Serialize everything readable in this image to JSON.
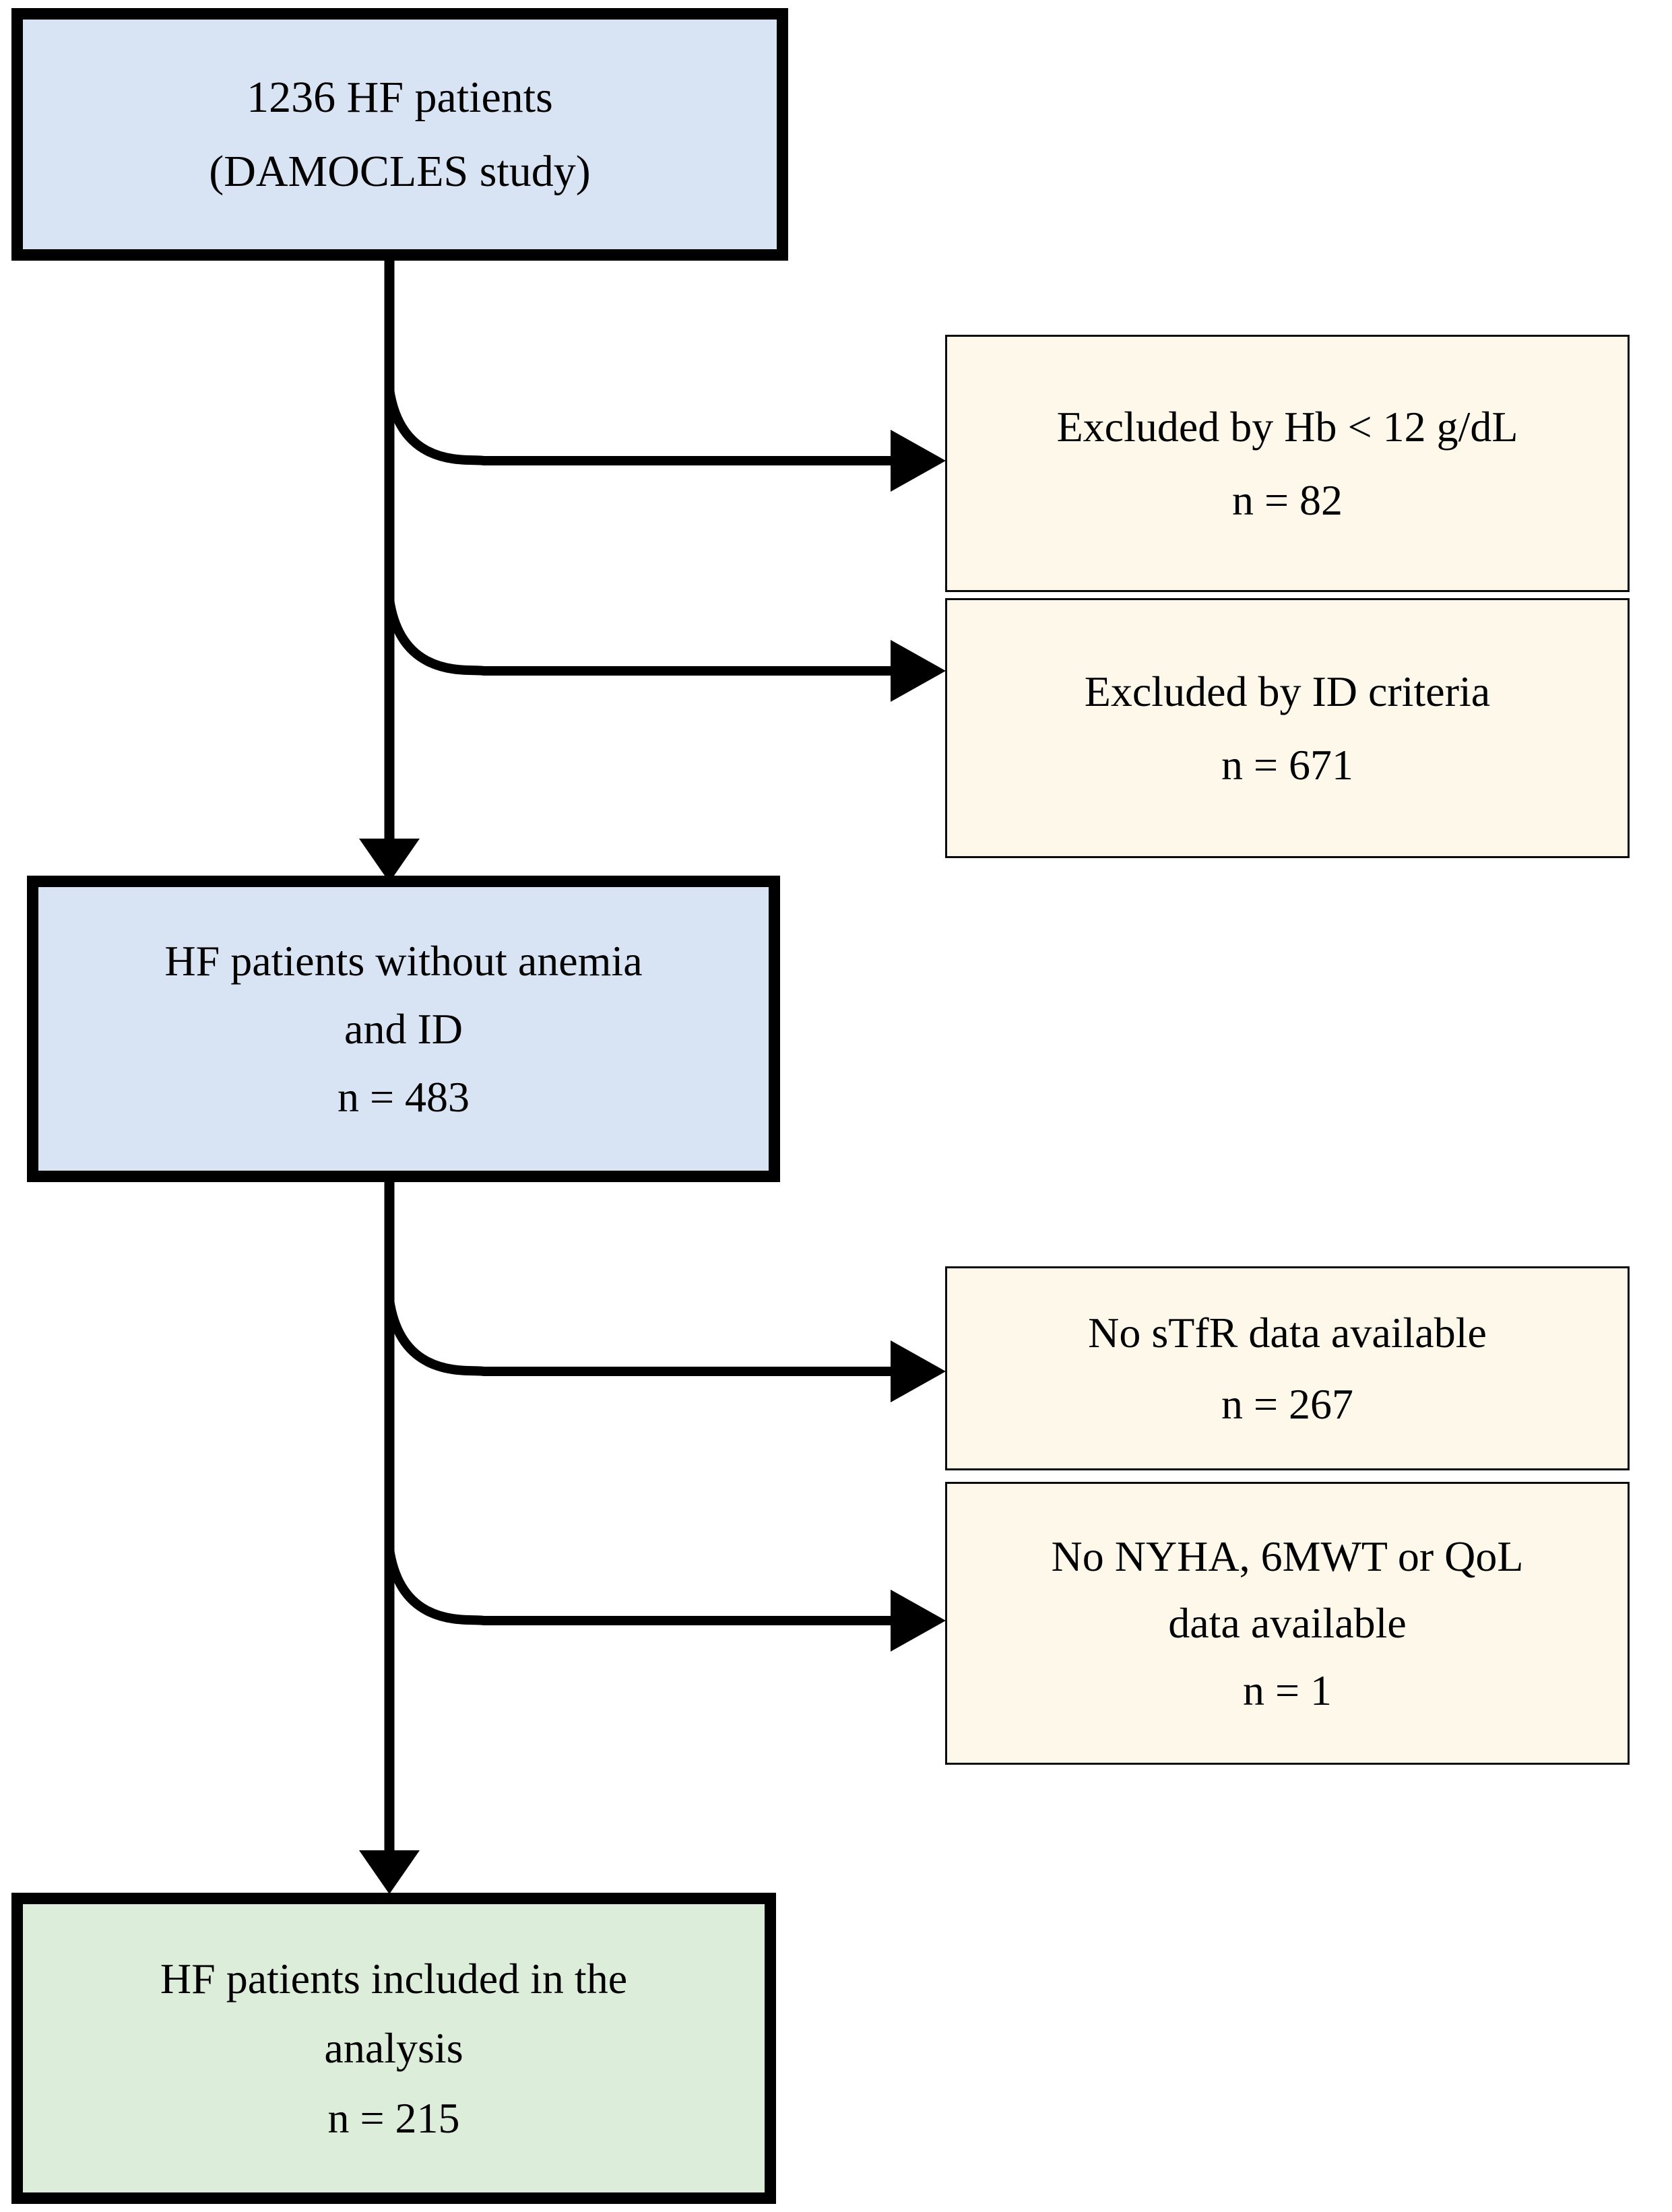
{
  "diagram": {
    "title": "HF patient selection flow chart",
    "type": "flowchart",
    "colors": {
      "primary_fill": "#d8e3f3",
      "excluded_fill": "#fdf8e9",
      "final_fill": "#dcedda",
      "border": "#000000",
      "connector": "#000000"
    },
    "nodes": [
      {
        "id": "source-cohort",
        "kind": "primary",
        "fill": "#d8e3f3",
        "lines": [
          "1236 HF patients",
          "(DAMOCLES study)"
        ],
        "line1": "1236 HF patients",
        "line2": "(DAMOCLES study)",
        "line3": ""
      },
      {
        "id": "excluded-hb",
        "kind": "excluded",
        "fill": "#fdf8e9",
        "lines": [
          "Excluded by Hb < 12 g/dL",
          "n = 82"
        ],
        "line1": "Excluded by Hb < 12 g/dL",
        "line2": "n = 82",
        "line3": ""
      },
      {
        "id": "excluded-id",
        "kind": "excluded",
        "fill": "#fdf8e9",
        "lines": [
          "Excluded by ID criteria",
          "n = 671"
        ],
        "line1": "Excluded by ID criteria",
        "line2": "n = 671",
        "line3": ""
      },
      {
        "id": "without-anemia-id",
        "kind": "primary",
        "fill": "#d8e3f3",
        "lines": [
          "HF patients without anemia",
          "and ID",
          "n = 483"
        ],
        "line1": "HF patients without anemia",
        "line2": "and ID",
        "line3": "n = 483"
      },
      {
        "id": "no-stfr",
        "kind": "excluded",
        "fill": "#fdf8e9",
        "lines": [
          "No sTfR data available",
          "n = 267"
        ],
        "line1": "No sTfR data available",
        "line2": "n = 267",
        "line3": ""
      },
      {
        "id": "no-nyha-6mwt-qol",
        "kind": "excluded",
        "fill": "#fdf8e9",
        "lines": [
          "No NYHA, 6MWT or QoL",
          "data available",
          "n = 1"
        ],
        "line1": "No NYHA, 6MWT or QoL",
        "line2": "data available",
        "line3": "n = 1"
      },
      {
        "id": "included-analysis",
        "kind": "final",
        "fill": "#dcedda",
        "lines": [
          "HF patients included in the",
          "analysis",
          "n = 215"
        ],
        "line1": "HF patients included in the",
        "line2": "analysis",
        "line3": "n = 215"
      }
    ],
    "counts": {
      "source_total": 1236,
      "excluded_hb": 82,
      "excluded_id": 671,
      "without_anemia_and_id": 483,
      "no_stfr": 267,
      "no_nyha_6mwt_qol": 1,
      "included": 215
    },
    "edges": [
      {
        "id": "edge-source-to-hb",
        "from": "source-cohort",
        "to": "excluded-hb",
        "style": "curved-arrow"
      },
      {
        "id": "edge-source-to-id",
        "from": "source-cohort",
        "to": "excluded-id",
        "style": "curved-arrow"
      },
      {
        "id": "edge-source-to-cohort2",
        "from": "source-cohort",
        "to": "without-anemia-id",
        "style": "straight-arrow"
      },
      {
        "id": "edge-cohort2-to-stfr",
        "from": "without-anemia-id",
        "to": "no-stfr",
        "style": "curved-arrow"
      },
      {
        "id": "edge-cohort2-to-nyha",
        "from": "without-anemia-id",
        "to": "no-nyha-6mwt-qol",
        "style": "curved-arrow"
      },
      {
        "id": "edge-cohort2-to-included",
        "from": "without-anemia-id",
        "to": "included-analysis",
        "style": "straight-arrow"
      }
    ]
  }
}
